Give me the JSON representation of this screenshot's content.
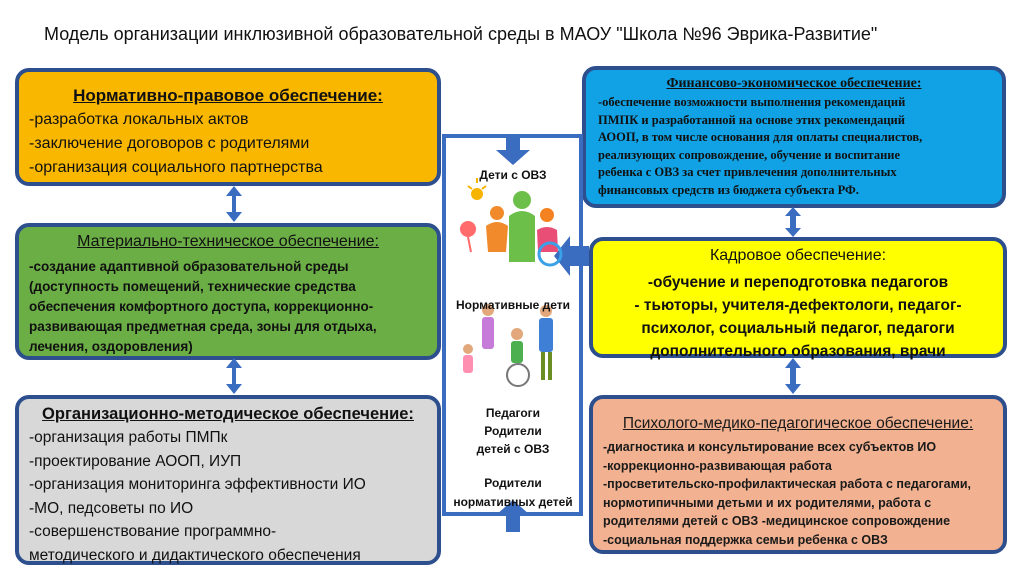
{
  "title": "Модель организации инклюзивной образовательной среды в МАОУ \"Школа №96 Эврика-Развитие\"",
  "boxes": {
    "legal": {
      "heading": "Нормативно-правовое обеспечение:",
      "lines": [
        "-разработка локальных актов",
        "-заключение договоров с родителями",
        "-организация социального партнерства"
      ],
      "color": "#f9b700"
    },
    "material": {
      "heading": "Материально-техническое обеспечение:",
      "lines": [
        "-создание адаптивной образовательной среды",
        "(доступность помещений, технические средства",
        "обеспечения комфортного доступа, коррекционно-",
        "развивающая предметная среда, зоны для отдыха,",
        "лечения, оздоровления)"
      ],
      "color": "#6bae46"
    },
    "methodical": {
      "heading": "Организационно-методическое обеспечение:",
      "lines": [
        "-организация работы ПМПк",
        "-проектирование АООП, ИУП",
        "-организация мониторинга эффективности ИО",
        "-МО, педсоветы по ИО",
        "-совершенствование программно-",
        "методического и дидактического обеспечения"
      ],
      "color": "#d8d8d8"
    },
    "finance": {
      "heading": "Финансово-экономическое обеспечение:",
      "lines": [
        "-обеспечение возможности выполнения  рекомендаций",
        "ПМПК и разработанной на основе этих рекомендаций",
        "АООП, в том числе основания для оплаты специалистов,",
        "реализующих сопровождение, обучение и воспитание",
        "ребенка с ОВЗ за счет привлечения дополнительных",
        "финансовых средств из бюджета субъекта РФ."
      ],
      "color": "#11a1e5"
    },
    "staff": {
      "heading": "Кадровое обеспечение:",
      "lines": [
        "-обучение и переподготовка педагогов",
        "- тьюторы, учителя-дефектологи, педагог-",
        "психолог, социальный педагог, педагоги",
        "дополнительного образования, врачи"
      ],
      "color": "#ffff00"
    },
    "psych": {
      "heading": "Психолого-медико-педагогическое обеспечение:",
      "lines": [
        "-диагностика и консультирование всех субъектов ИО",
        "-коррекционно-развивающая работа",
        "-просветительско-профилактическая работа с педагогами,",
        "нормотипичными детьми и их родителями, работа с",
        "родителями детей с ОВЗ     -медицинское сопровождение",
        "-социальная поддержка семьи ребенка с ОВЗ"
      ],
      "color": "#f2b190"
    }
  },
  "center": {
    "children_ovz": "Дети с ОВЗ",
    "normative_children": "Нормативные дети",
    "teachers": "Педагоги",
    "parents": "Родители",
    "of_children_ovz": "детей с ОВЗ",
    "parents2": "Родители",
    "of_normative_children": "нормативных детей"
  },
  "colors": {
    "border": "#2e4f8e",
    "arrow": "#3a6cc0"
  }
}
